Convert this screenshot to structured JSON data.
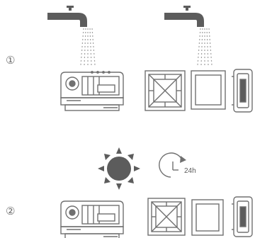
{
  "steps": [
    {
      "marker": "①"
    },
    {
      "marker": "②"
    }
  ],
  "drying": {
    "hours_label": "24h"
  },
  "icons": {
    "faucet": "faucet-icon",
    "water": "water-stream-icon",
    "tank": "dust-tank-icon",
    "filter": "mesh-filter-icon",
    "sponge": "foam-filter-icon",
    "hepa": "hepa-filter-icon",
    "sun": "sun-icon",
    "clock": "clock-24h-icon"
  },
  "colors": {
    "line": "#707070",
    "fill_dark": "#5c5c5c",
    "water": "#a0a0a0"
  }
}
